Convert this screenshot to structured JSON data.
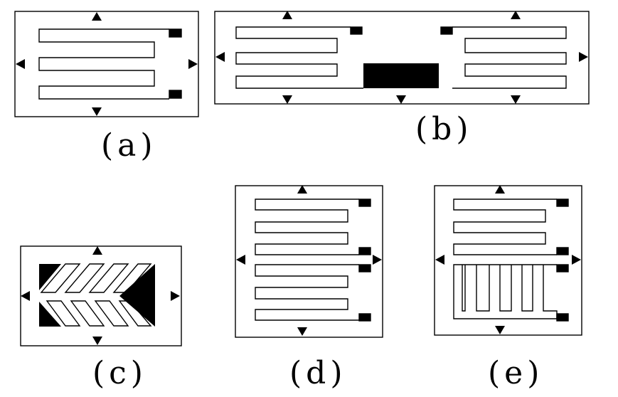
{
  "labels": {
    "a": "(a)",
    "b": "(b)",
    "c": "(c)",
    "d": "(d)",
    "e": "(e)"
  },
  "colors": {
    "ink": "#000000",
    "paper": "#ffffff"
  }
}
